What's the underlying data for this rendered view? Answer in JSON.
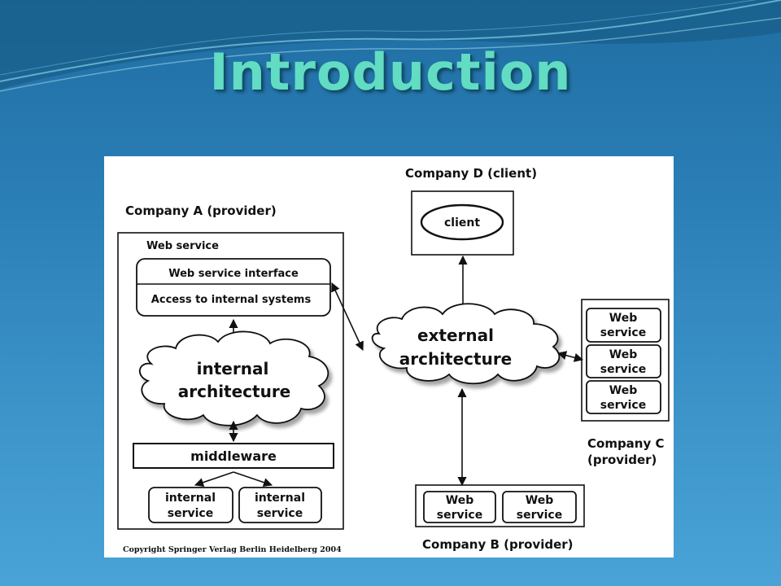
{
  "slide": {
    "title": "Introduction"
  },
  "diagram": {
    "company_a": {
      "label": "Company A (provider)",
      "web_service_label": "Web service",
      "interface_label": "Web service interface",
      "access_label": "Access to internal systems",
      "internal_architecture": [
        "internal",
        "architecture"
      ],
      "middleware_label": "middleware",
      "internal_services": [
        [
          "internal",
          "service"
        ],
        [
          "internal",
          "service"
        ]
      ]
    },
    "company_d": {
      "label": "Company D (client)",
      "client_label": "client"
    },
    "external_architecture": [
      "external",
      "architecture"
    ],
    "company_c": {
      "label": [
        "Company C",
        "(provider)"
      ],
      "services": [
        [
          "Web",
          "service"
        ],
        [
          "Web",
          "service"
        ],
        [
          "Web",
          "service"
        ]
      ]
    },
    "company_b": {
      "label": "Company B (provider)",
      "services": [
        [
          "Web",
          "service"
        ],
        [
          "Web",
          "service"
        ]
      ]
    },
    "copyright": "Copyright Springer Verlag Berlin Heidelberg 2004"
  }
}
